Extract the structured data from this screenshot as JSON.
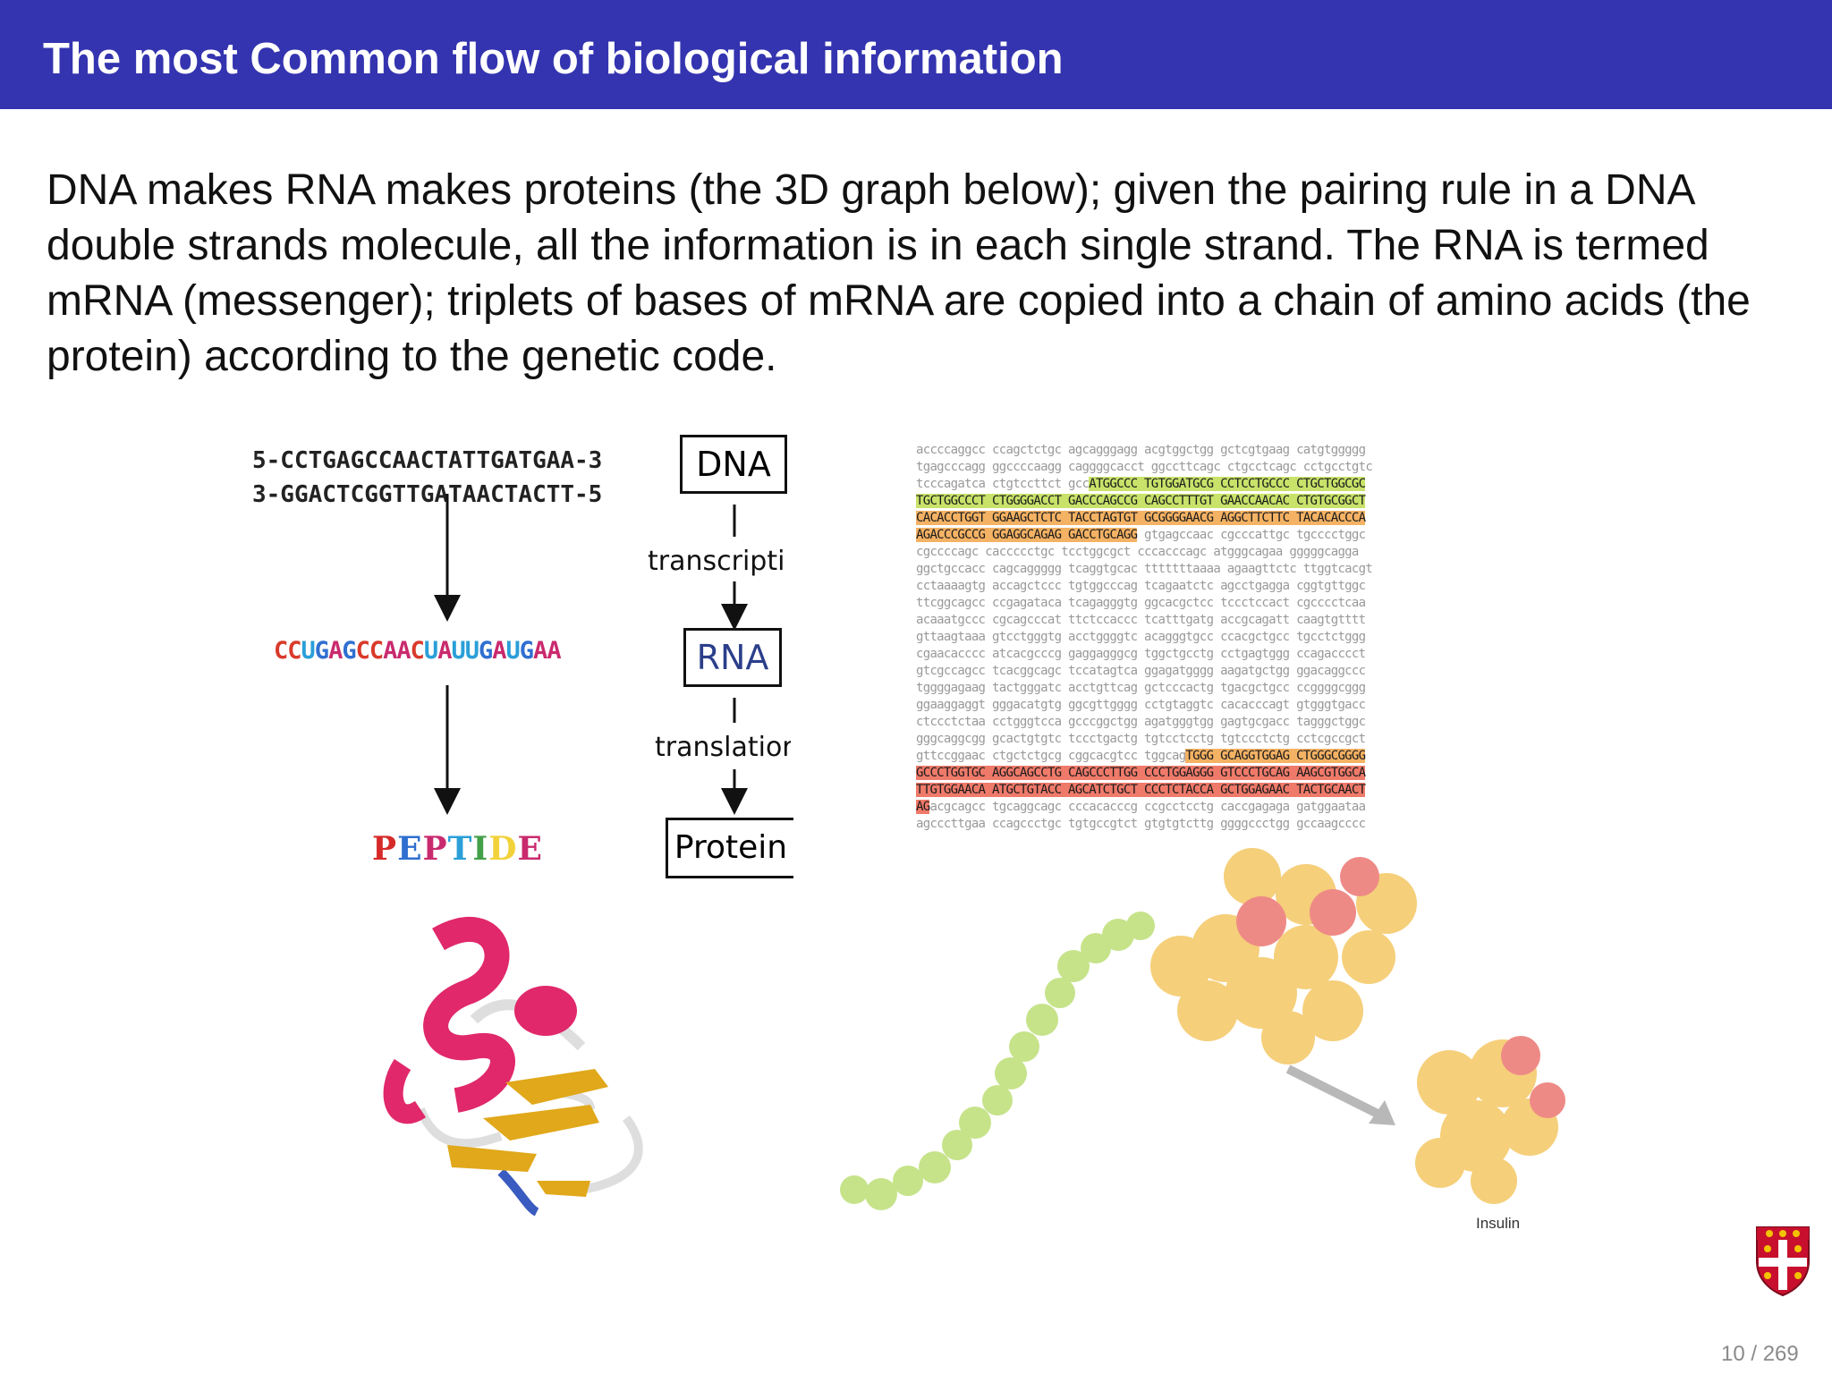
{
  "header": {
    "title": "The most Common flow of biological information"
  },
  "body_text": "DNA makes RNA makes proteins (the 3D graph below); given the pairing rule in a DNA double strands molecule, all the information is in each single strand. The RNA is termed mRNA (messenger); triplets of bases of mRNA are copied into a chain of amino acids (the protein) according to the genetic code.",
  "diagram": {
    "dna_top": "5-CCTGAGCCAACTATTGATGAA-3",
    "dna_bottom": "3-GGACTCGGTTGATAACTACTT-5",
    "rna_sequence": "CCUGAGCCAACUAUUGAUGAA",
    "peptide_letters": [
      "P",
      "E",
      "P",
      "T",
      "I",
      "D",
      "E"
    ],
    "box_dna": "DNA",
    "box_rna": "RNA",
    "box_protein": "Protein",
    "label_transcription": "transcripti",
    "label_translation": "translatior"
  },
  "colors": {
    "header_bg": "#3434b0",
    "base_C": "#d93a2b",
    "base_U": "#2a9fd8",
    "base_G": "#2f6fd0",
    "base_A": "#c92a6e",
    "highlight_green": "#c8e26a",
    "highlight_orange": "#f4b264",
    "highlight_red": "#ef7a6a"
  },
  "sequence_rows": [
    [
      [
        "accccaggcc ccagctctgc agcagggagg acgtggctgg gctcgtgaag catgtggggg",
        ""
      ]
    ],
    [
      [
        "tgagcccagg ggccccaagg caggggcacct ggccttcagc ctgcctcagc cctgcctgtc",
        ""
      ]
    ],
    [
      [
        "tcccagatca ctgtccttct gcc",
        ""
      ],
      [
        "ATGGCCC TGTGGATGCG CCTCCTGCCC CTGCTGGCGC",
        "g"
      ]
    ],
    [
      [
        "TGCTGGCCCT CTGGGGACCT GACCCAGCCG CAGCCTTTGT GAACCAACAC CTGTGCGGCT",
        "g"
      ]
    ],
    [
      [
        "CACACCTGGT GGAAGCTCTC TACCTAGTGT GCGGGGAACG AGGCTTCTTC TACACACCCA",
        "o"
      ]
    ],
    [
      [
        "AGACCCGCCG GGAGGCAGAG GACCTGCAGG",
        "o"
      ],
      [
        " gtgagccaac cgcccattgc tgcccctggc",
        ""
      ]
    ],
    [
      [
        "cgccccagc caccccctgc tcctggcgct cccacccagc atgggcagaa gggggcagga",
        ""
      ]
    ],
    [
      [
        "ggctgccacc cagcaggggg tcaggtgcac tttttttaaaa agaagttctc ttggtcacgt",
        ""
      ]
    ],
    [
      [
        "cctaaaagtg accagctccc tgtggcccag tcagaatctc agcctgagga cggtgttggc",
        ""
      ]
    ],
    [
      [
        "ttcggcagcc ccgagataca tcagagggtg ggcacgctcc tccctccact cgcccctcaa",
        ""
      ]
    ],
    [
      [
        "acaaatgccc cgcagcccat ttctccaccc tcatttgatg accgcagatt caagtgtttt",
        ""
      ]
    ],
    [
      [
        "gttaagtaaa gtcctgggtg acctggggtc acagggtgcc ccacgctgcc tgcctctggg",
        ""
      ]
    ],
    [
      [
        "cgaacacccc atcacgcccg gaggagggcg tggctgcctg cctgagtggg ccagacccct",
        ""
      ]
    ],
    [
      [
        "gtcgccagcc tcacggcagc tccatagtca ggagatgggg aagatgctgg ggacaggccc",
        ""
      ]
    ],
    [
      [
        "tggggagaag tactgggatc acctgttcag gctcccactg tgacgctgcc ccggggcggg",
        ""
      ]
    ],
    [
      [
        "ggaaggaggt gggacatgtg ggcgttgggg cctgtaggtc cacacccagt gtgggtgacc",
        ""
      ]
    ],
    [
      [
        "ctccctctaa cctgggtcca gcccggctgg agatgggtgg gagtgcgacc tagggctggc",
        ""
      ]
    ],
    [
      [
        "gggcaggcgg gcactgtgtc tccctgactg tgtcctcctg tgtccctctg cctcgccgct",
        ""
      ]
    ],
    [
      [
        "gttccggaac ctgctctgcg cggcacgtcc tggcag",
        ""
      ],
      [
        "TGGG GCAGGTGGAG CTGGGCGGGG",
        "o"
      ]
    ],
    [
      [
        "GCCCTGGTGC AGGCAGCCTG CAGCCCTTGG CCCTGGAGGG GTCCCTGCAG AAGCGTGGCA",
        "r"
      ]
    ],
    [
      [
        "TTGTGGAACA ATGCTGTACC AGCATCTGCT CCCTCTACCA GCTGGAGAAC TACTGCAACT",
        "r"
      ]
    ],
    [
      [
        "AG",
        "r"
      ],
      [
        "acgcagcc tgcaggcagc cccacacccg ccgcctcctg caccgagaga gatggaataa",
        ""
      ]
    ],
    [
      [
        "agcccttgaa ccagccctgc tgtgccgtct gtgtgtcttg ggggccctgg gccaagcccc",
        ""
      ]
    ]
  ],
  "insulin_label": "Insulin",
  "page_number": "10 / 269"
}
